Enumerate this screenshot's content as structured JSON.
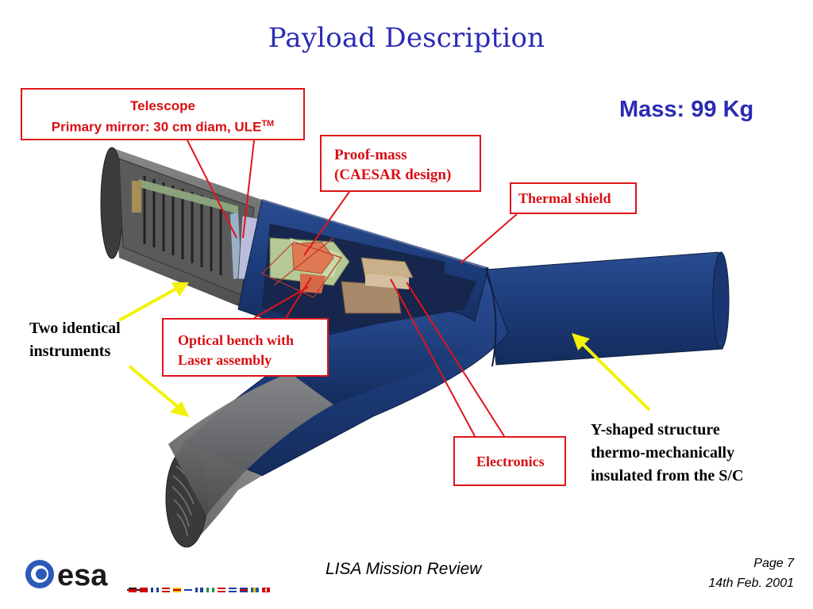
{
  "slide": {
    "title": "Payload Description",
    "mass": "Mass: 99 Kg"
  },
  "callouts": {
    "telescope_title": "Telescope",
    "telescope_detail": "Primary mirror: 30 cm diam, ULE",
    "telescope_tm": "TM",
    "proof_mass_line1": "Proof-mass",
    "proof_mass_line2": "(CAESAR design)",
    "thermal_shield": "Thermal shield",
    "optical_bench_line1": "Optical bench with",
    "optical_bench_line2": "Laser assembly",
    "electronics": "Electronics"
  },
  "notes": {
    "two_identical_line1": "Two identical",
    "two_identical_line2": "instruments",
    "y_shaped_line1": "Y-shaped structure",
    "y_shaped_line2": "thermo-mechanically",
    "y_shaped_line3": "insulated from the S/C"
  },
  "footer": {
    "logo_text": "esa",
    "center": "LISA Mission Review",
    "page": "Page 7",
    "date": "14th Feb. 2001"
  },
  "colors": {
    "title_blue": "#2b2bb5",
    "callout_red": "#e0141a",
    "structure_navy": "#1c3b78",
    "arrow_yellow": "#f2f20a",
    "tube_grey": "#6e6e6e"
  }
}
